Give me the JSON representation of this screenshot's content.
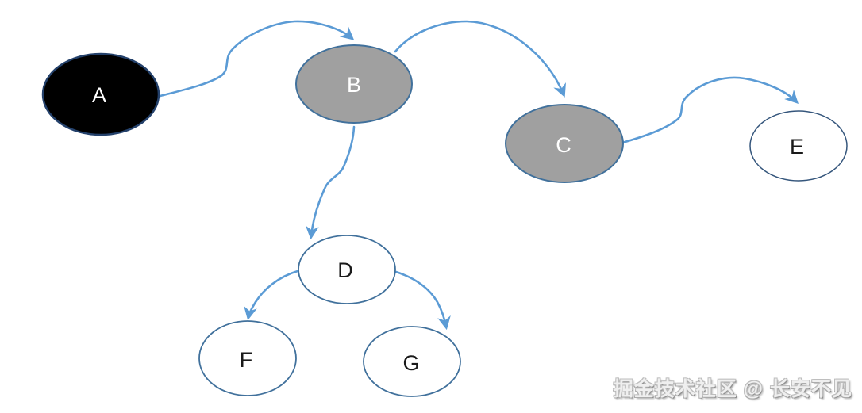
{
  "diagram": {
    "type": "directed-graph",
    "nodes": [
      {
        "id": "A",
        "label": "A",
        "fill": "#000000",
        "text_color": "#ffffff"
      },
      {
        "id": "B",
        "label": "B",
        "fill": "#a0a0a0",
        "text_color": "#ffffff"
      },
      {
        "id": "C",
        "label": "C",
        "fill": "#a0a0a0",
        "text_color": "#ffffff"
      },
      {
        "id": "D",
        "label": "D",
        "fill": "#ffffff",
        "text_color": "#1a1a1a"
      },
      {
        "id": "E",
        "label": "E",
        "fill": "#ffffff",
        "text_color": "#1a1a1a"
      },
      {
        "id": "F",
        "label": "F",
        "fill": "#ffffff",
        "text_color": "#1a1a1a"
      },
      {
        "id": "G",
        "label": "G",
        "fill": "#ffffff",
        "text_color": "#1a1a1a"
      }
    ],
    "edges": [
      {
        "from": "A",
        "to": "B"
      },
      {
        "from": "B",
        "to": "C"
      },
      {
        "from": "B",
        "to": "D"
      },
      {
        "from": "C",
        "to": "E"
      },
      {
        "from": "D",
        "to": "F"
      },
      {
        "from": "D",
        "to": "G"
      }
    ],
    "colors": {
      "connector": "#5b9bd5",
      "node_border": "#41719c",
      "shaded_fill": "#a0a0a0",
      "black_fill": "#000000",
      "background": "#ffffff"
    }
  },
  "watermark": {
    "text": "掘金技术社区 @ 长安不见"
  }
}
